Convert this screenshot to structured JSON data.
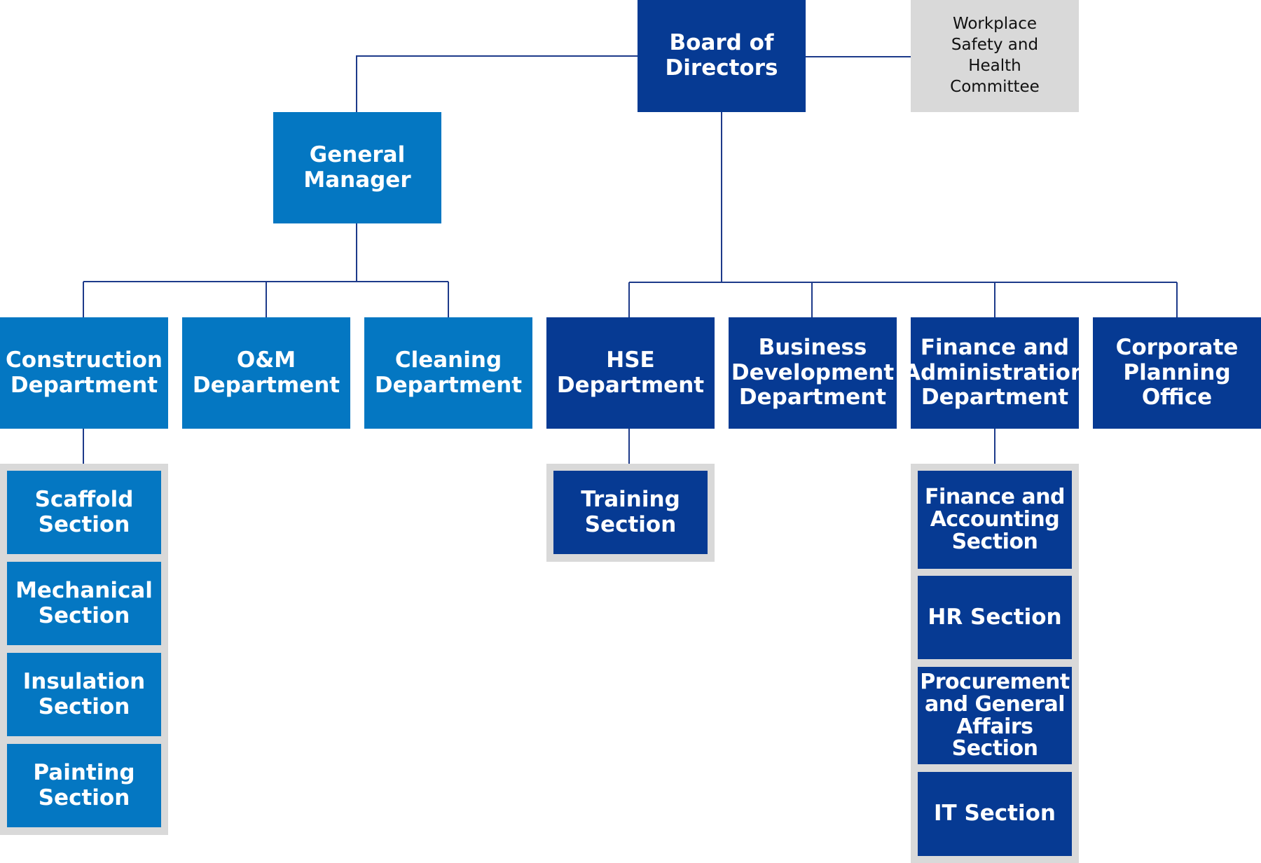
{
  "board": "Board of Directors",
  "committee": "Workplace Safety and Health Committee",
  "general_manager": "General Manager",
  "gm_departments": [
    "Construction Department",
    "O&M Department",
    "Cleaning Department"
  ],
  "board_departments": [
    "HSE Department",
    "Business Development Department",
    "Finance and Administration Department",
    "Corporate Planning Office"
  ],
  "construction_sections": [
    "Scaffold Section",
    "Mechanical Section",
    "Insulation Section",
    "Painting Section"
  ],
  "hse_sections": [
    "Training Section"
  ],
  "finance_sections": [
    "Finance and Accounting Section",
    "HR Section",
    "Procurement and General Affairs Section",
    "IT Section"
  ],
  "colors": {
    "dark_blue": "#063a93",
    "mid_blue": "#0477c2",
    "grey": "#d9d9d9",
    "line": "#1d3a8a"
  }
}
